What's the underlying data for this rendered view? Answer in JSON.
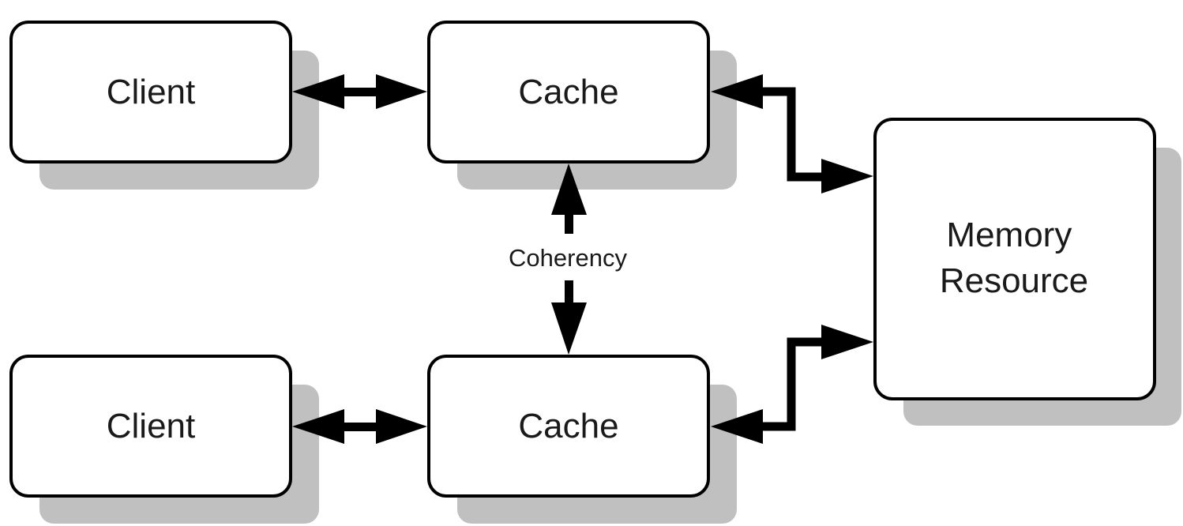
{
  "diagram": {
    "type": "block-diagram",
    "style": {
      "box_fill": "#ffffff",
      "box_stroke": "#000000",
      "shadow_color": "#c0c0c0",
      "arrow_color": "#000000",
      "text_color": "#1a1a1a"
    },
    "nodes": [
      {
        "id": "client-top",
        "label": "Client",
        "lines": [
          "Client"
        ]
      },
      {
        "id": "cache-top",
        "label": "Cache",
        "lines": [
          "Cache"
        ]
      },
      {
        "id": "client-bottom",
        "label": "Client",
        "lines": [
          "Client"
        ]
      },
      {
        "id": "cache-bottom",
        "label": "Cache",
        "lines": [
          "Cache"
        ]
      },
      {
        "id": "memory",
        "label": "Memory Resource",
        "lines": [
          "Memory",
          "Resource"
        ]
      }
    ],
    "edges": [
      {
        "id": "client-top-cache-top",
        "from": "client-top",
        "to": "cache-top",
        "direction": "bidirectional",
        "label": ""
      },
      {
        "id": "client-bottom-cache-bottom",
        "from": "client-bottom",
        "to": "cache-bottom",
        "direction": "bidirectional",
        "label": ""
      },
      {
        "id": "cache-top-memory",
        "from": "cache-top",
        "to": "memory",
        "direction": "bidirectional",
        "label": ""
      },
      {
        "id": "cache-bottom-memory",
        "from": "cache-bottom",
        "to": "memory",
        "direction": "bidirectional",
        "label": ""
      },
      {
        "id": "coherency",
        "from": "cache-top",
        "to": "cache-bottom",
        "direction": "bidirectional",
        "label": "Coherency"
      }
    ]
  }
}
